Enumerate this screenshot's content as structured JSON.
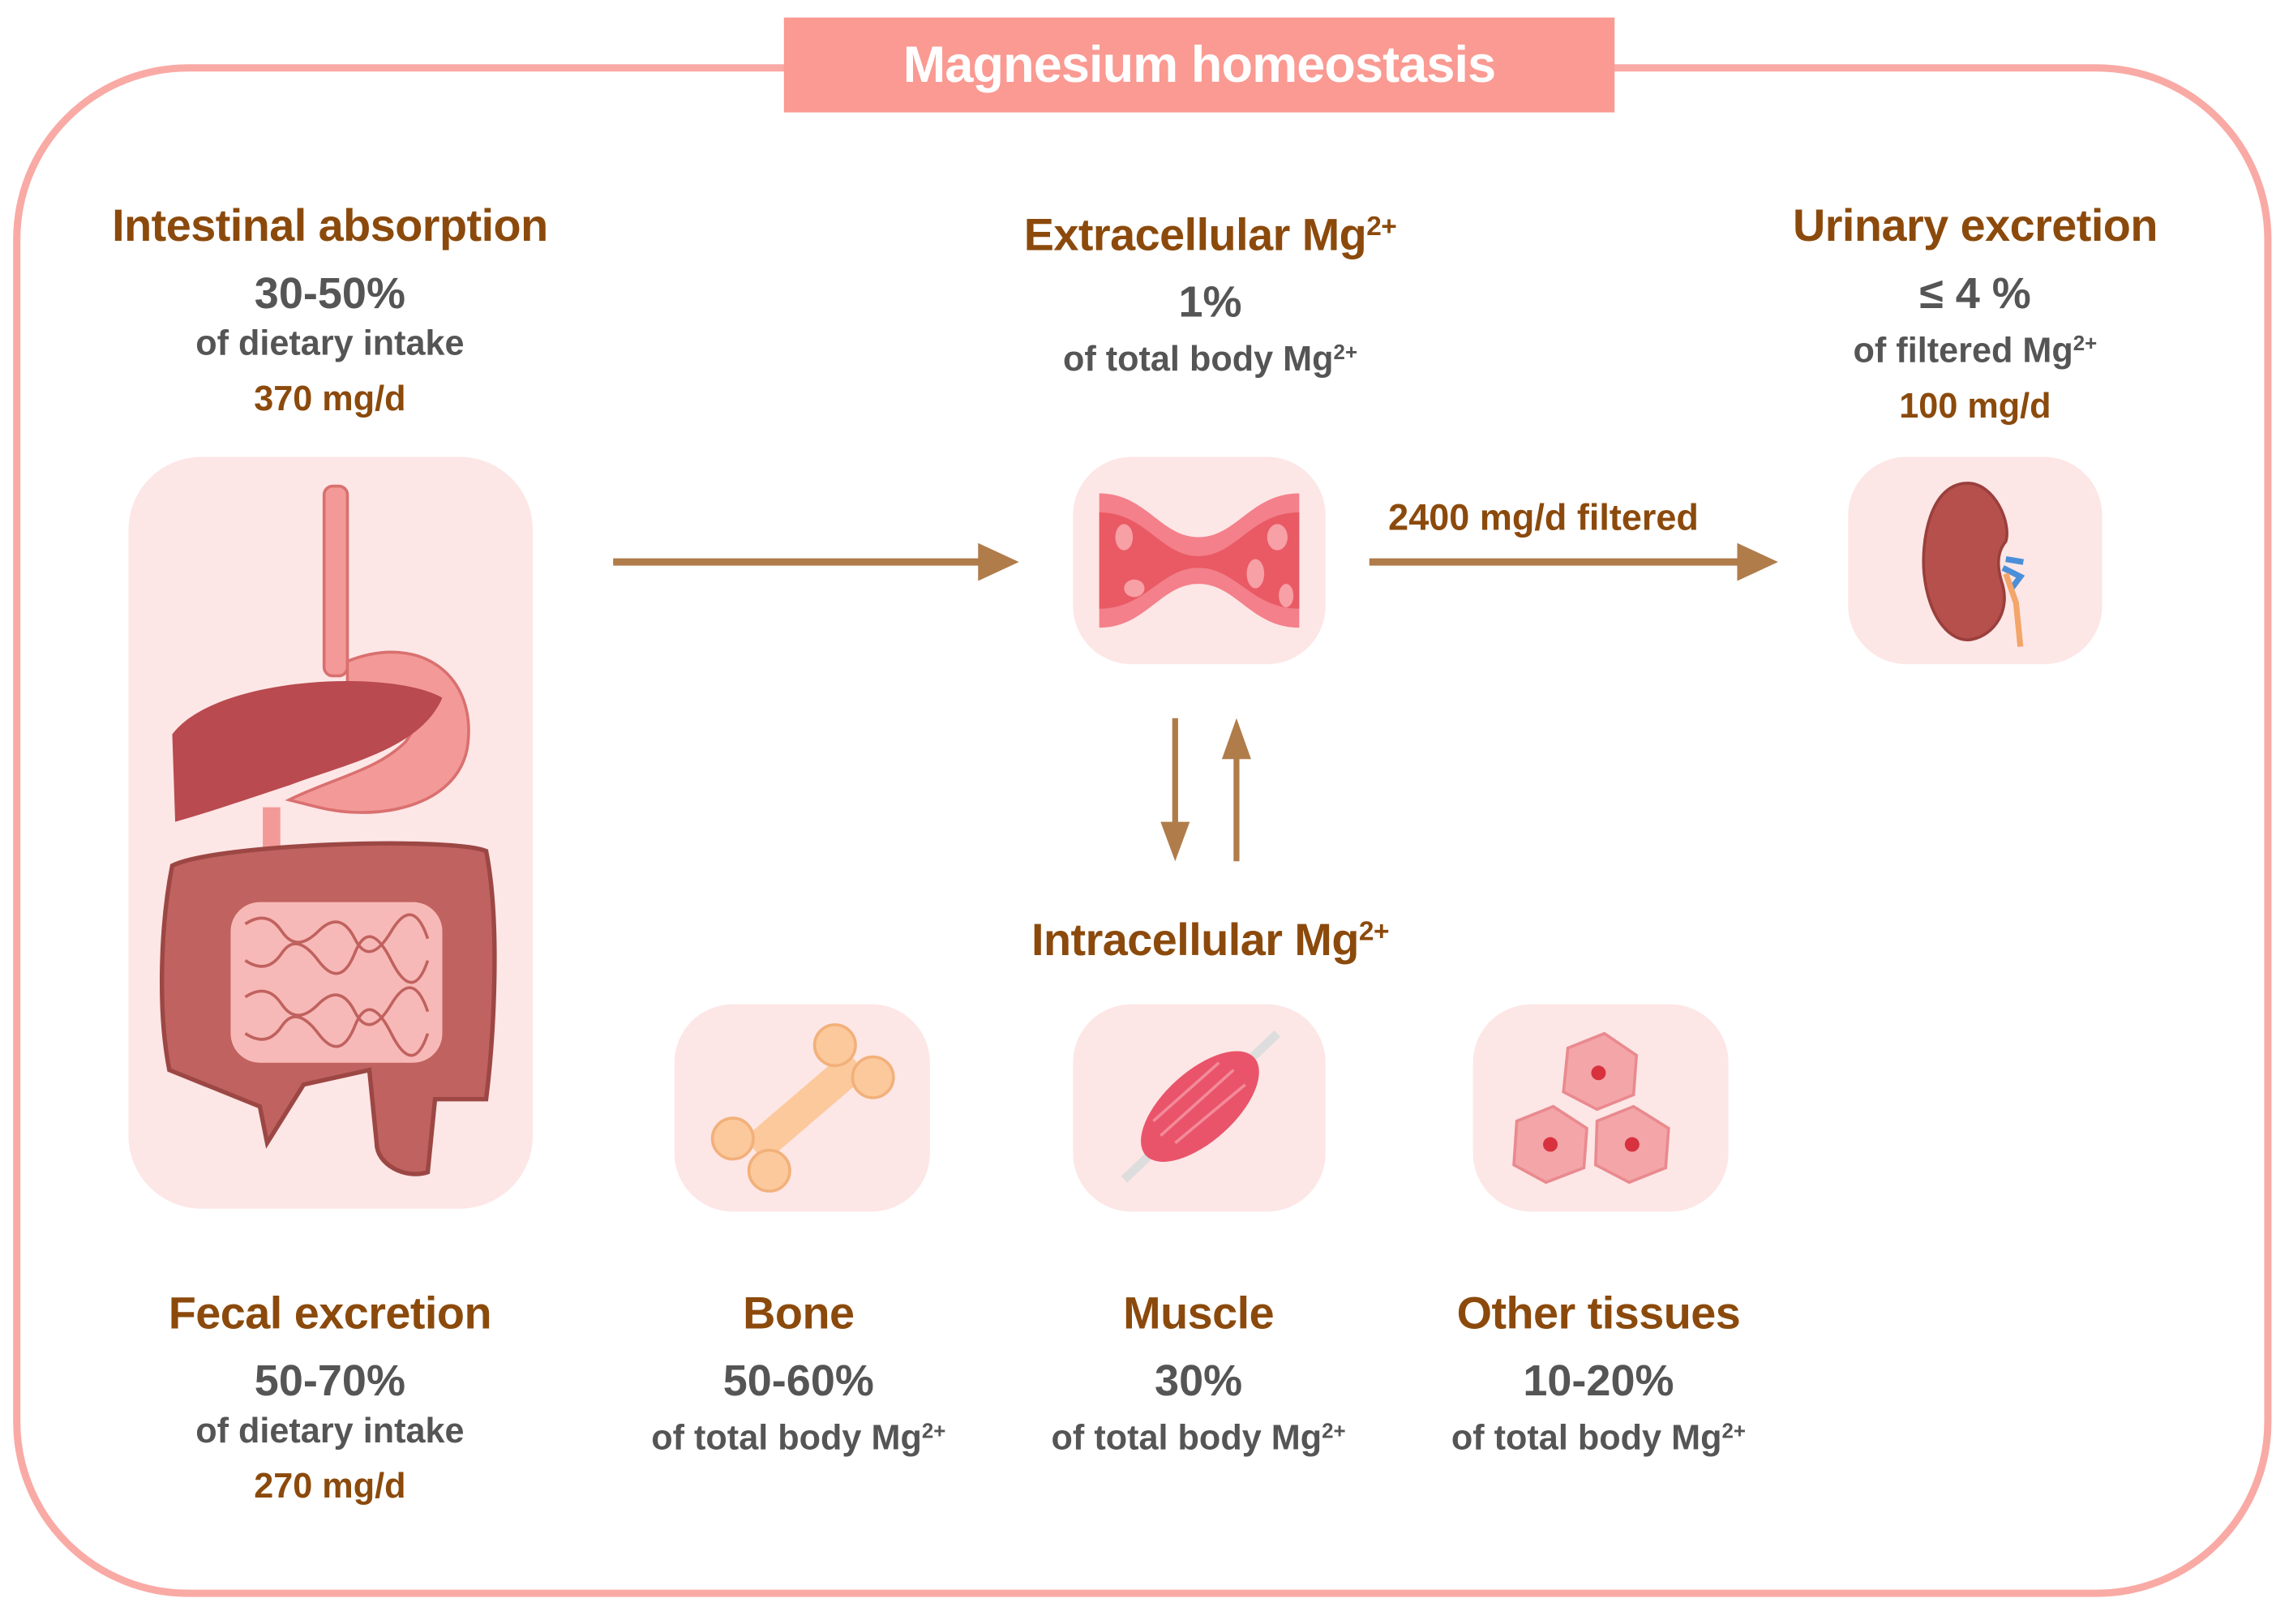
{
  "title": "Magnesium homeostasis",
  "superscript": "2+",
  "intestinal": {
    "heading": "Intestinal absorption",
    "percent": "30-50%",
    "of": "of dietary intake",
    "amount": "370 mg/d"
  },
  "extracellular": {
    "heading": "Extracellular Mg",
    "percent": "1%",
    "of": "of total body Mg"
  },
  "urinary": {
    "heading": "Urinary excretion",
    "percent": "≤ 4 %",
    "of": "of filtered Mg",
    "amount": "100 mg/d"
  },
  "filtered_label": "2400 mg/d filtered",
  "intracellular": {
    "heading": "Intracellular Mg"
  },
  "fecal": {
    "heading": "Fecal excretion",
    "percent": "50-70%",
    "of": "of dietary intake",
    "amount": "270 mg/d"
  },
  "bone": {
    "heading": "Bone",
    "percent": "50-60%",
    "of": "of total body Mg"
  },
  "muscle": {
    "heading": "Muscle",
    "percent": "30%",
    "of": "of total body Mg"
  },
  "other": {
    "heading": "Other tissues",
    "percent": "10-20%",
    "of": "of total body Mg"
  },
  "colors": {
    "heading": "#8b4a0c",
    "text": "#555555",
    "accent": "#fa9a92",
    "arrow": "#b07c4a",
    "tile": "#fde6e6"
  }
}
